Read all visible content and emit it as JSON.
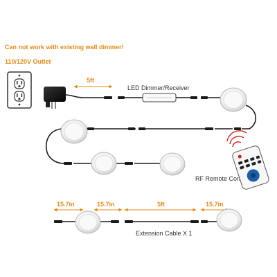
{
  "warning": "Can not work with existing wall dimmer!",
  "outlet_label": "110/120V Outlet",
  "adapter_cable_length": "5ft",
  "dimmer_label": "LED Dimmer/Receiver",
  "remote_label": "RF Remote Control",
  "extension": {
    "label": "Extension Cable X 1",
    "length_left_1": "15.7in",
    "length_left_2": "15.7in",
    "length_middle": "5ft",
    "length_right": "15.7in"
  },
  "colors": {
    "accent": "#e38b19",
    "cable": "#1a1a1a",
    "puck_light": "#f4f4f4",
    "puck_ring": "#b8b8b8",
    "adapter": "#111111"
  }
}
